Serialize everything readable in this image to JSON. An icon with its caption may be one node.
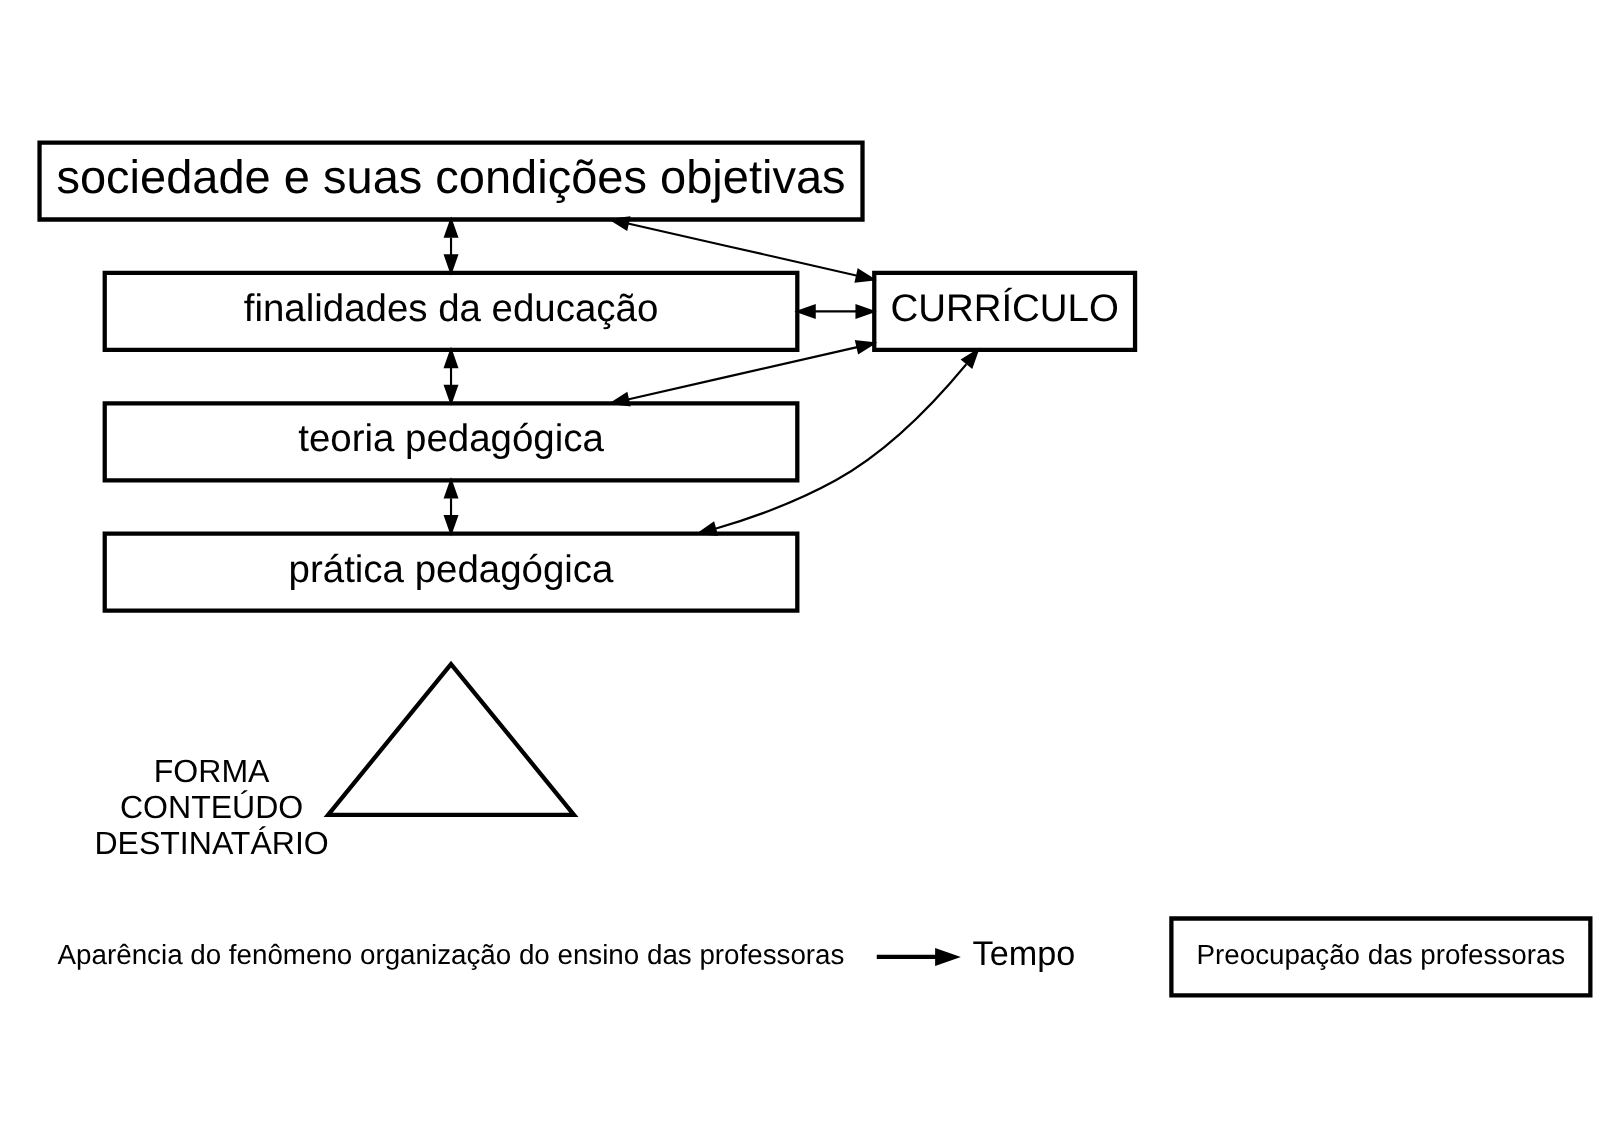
{
  "diagram": {
    "nodes": [
      {
        "text": [
          "sociedade e suas condições objetivas"
        ]
      },
      {
        "text": [
          "finalidades da educação"
        ]
      },
      {
        "text": [
          "teoria pedagógica"
        ]
      },
      {
        "text": [
          "prática pedagógica"
        ]
      },
      {
        "text": [
          "CURRÍCULO"
        ]
      },
      {
        "text": [],
        "shape": "triangle",
        "beside": [
          "FORMA",
          "CONTEÚDO",
          "DESTINATÁRIO"
        ]
      },
      {
        "text": [
          "Aparência do fenômeno organização do ensino das professoras"
        ]
      },
      {
        "text": [
          "Tempo"
        ]
      },
      {
        "text": [
          "Preocupação das professoras"
        ]
      }
    ],
    "edges": [
      {
        "from": 0,
        "to": 1,
        "arrow": "both"
      },
      {
        "from": 1,
        "to": 2,
        "arrow": "both"
      },
      {
        "from": 2,
        "to": 3,
        "arrow": "both"
      },
      {
        "from": 0,
        "to": 4,
        "arrow": "both"
      },
      {
        "from": 1,
        "to": 4,
        "arrow": "both"
      },
      {
        "from": 2,
        "to": 4,
        "arrow": "both"
      },
      {
        "from": 3,
        "to": 4,
        "arrow": "both"
      },
      {
        "from": 6,
        "to": 7,
        "arrow": "to"
      }
    ]
  }
}
